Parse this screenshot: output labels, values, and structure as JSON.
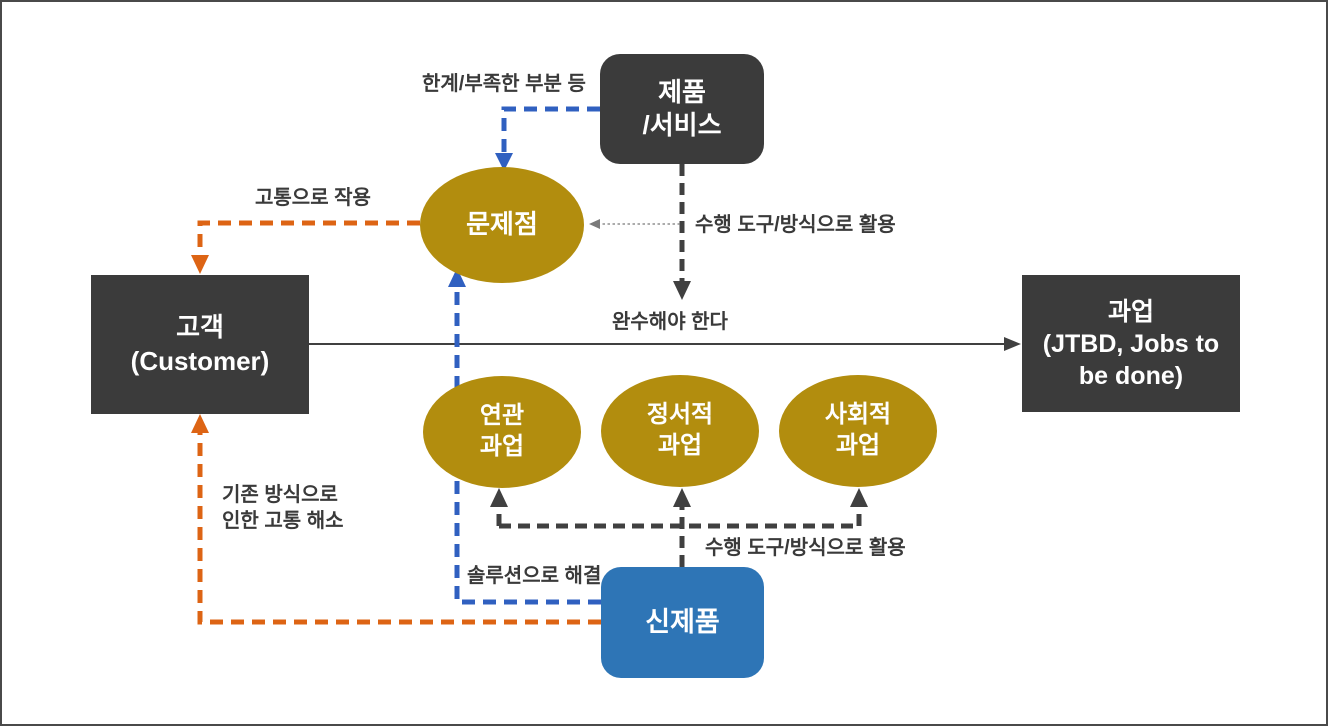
{
  "diagram": {
    "nodes": {
      "product_service": {
        "label": "제품\n/서비스",
        "shape": "rounded-rect",
        "color_role": "dark_node"
      },
      "problem": {
        "label": "문제점",
        "shape": "ellipse",
        "color_role": "gold_node"
      },
      "customer": {
        "label": "고객\n(Customer)",
        "shape": "rect",
        "color_role": "dark_node"
      },
      "job": {
        "label": "과업\n(JTBD, Jobs to\nbe done)",
        "shape": "rect",
        "color_role": "dark_node"
      },
      "related_job": {
        "label": "연관\n과업",
        "shape": "ellipse",
        "color_role": "gold_node"
      },
      "emotional_job": {
        "label": "정서적\n과업",
        "shape": "ellipse",
        "color_role": "gold_node"
      },
      "social_job": {
        "label": "사회적\n과업",
        "shape": "ellipse",
        "color_role": "gold_node"
      },
      "new_product": {
        "label": "신제품",
        "shape": "rounded-rect",
        "color_role": "blue_node"
      }
    },
    "edges": [
      {
        "id": "limitations",
        "from": "product_service",
        "to": "problem",
        "label": "한계/부족한 부분 등",
        "style": "dashed",
        "color_role": "blue_edge"
      },
      {
        "id": "acts-as-pain",
        "from": "problem",
        "to": "customer",
        "label": "고통으로 작용",
        "style": "dashed",
        "color_role": "orange_edge"
      },
      {
        "id": "tool-usage-top",
        "from": "product_service",
        "to": "must-complete-line",
        "label": "수행 도구/방식으로 활용",
        "style": "dashed",
        "color_role": "dark_edge"
      },
      {
        "id": "must-complete",
        "from": "customer",
        "to": "job",
        "label": "완수해야 한다",
        "style": "solid",
        "color_role": "dark_edge"
      },
      {
        "id": "pain-relief",
        "from": "new_product",
        "to": "customer",
        "label": "기존 방식으로\n인한 고통 해소",
        "style": "dashed",
        "color_role": "orange_edge"
      },
      {
        "id": "solution",
        "from": "new_product",
        "to": "problem",
        "label": "솔루션으로 해결",
        "style": "dashed",
        "color_role": "blue_edge"
      },
      {
        "id": "tool-usage-bottom",
        "from": "new_product",
        "to": "related_job / emotional_job / social_job",
        "label": "수행 도구/방식으로 활용",
        "style": "dashed",
        "color_role": "dark_edge"
      },
      {
        "id": "problem-reference",
        "from": "tool-usage-top",
        "to": "problem",
        "label": "",
        "style": "dotted",
        "color_role": "gray_edge"
      }
    ],
    "colors": {
      "dark_node": "#3b3b3b",
      "gold_node": "#b28d0e",
      "blue_node": "#2e75b6",
      "node_text": "#ffffff",
      "blue_edge": "#3060c0",
      "orange_edge": "#dd6414",
      "dark_edge": "#404040",
      "gray_edge": "#7a7a7a",
      "label_text": "#3a3a3a",
      "background": "#ffffff",
      "border": "#4a4a4a"
    }
  }
}
